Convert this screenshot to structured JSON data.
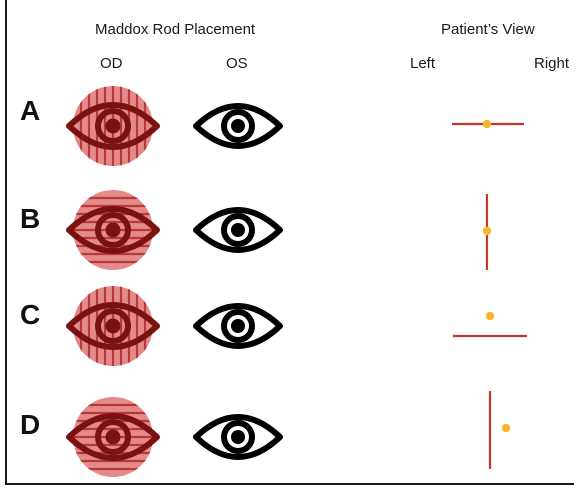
{
  "header": {
    "placement_title": "Maddox Rod Placement",
    "view_title": "Patient’s View",
    "od_label": "OD",
    "os_label": "OS",
    "left_label": "Left",
    "right_label": "Right"
  },
  "rows": [
    {
      "label": "A",
      "rod_orientation": "vertical",
      "line_orientation": "horizontal",
      "light_position": "on-line-center"
    },
    {
      "label": "B",
      "rod_orientation": "horizontal",
      "line_orientation": "vertical",
      "light_position": "on-line-center"
    },
    {
      "label": "C",
      "rod_orientation": "vertical",
      "line_orientation": "horizontal",
      "light_position": "above-line"
    },
    {
      "label": "D",
      "rod_orientation": "horizontal",
      "line_orientation": "vertical",
      "light_position": "right-of-line"
    }
  ],
  "colors": {
    "rod_fill": "#e58a8a",
    "rod_stripe": "#b73a3a",
    "eye_on_rod": "#7a1212",
    "eye_plain": "#000000",
    "streak_line": "#c0392b",
    "light_dot": "#f5b731"
  }
}
